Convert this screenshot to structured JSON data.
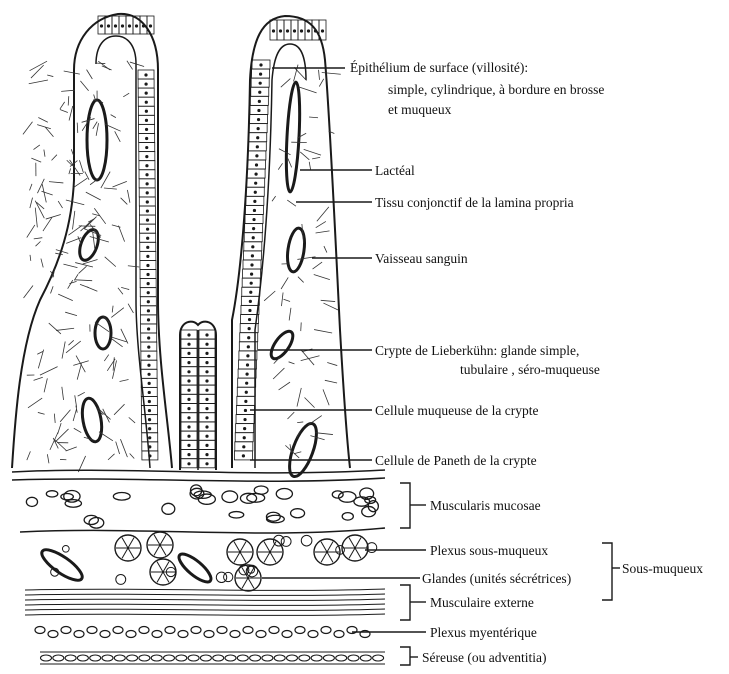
{
  "labels": {
    "epithelium": {
      "line1": "Épithélium de surface (villosité):",
      "line2": "simple, cylindrique, à bordure en brosse",
      "line3": "et muqueux"
    },
    "lacteal": "Lactéal",
    "lamina_propria": "Tissu conjonctif de la lamina propria",
    "blood_vessel": "Vaisseau sanguin",
    "crypt": {
      "line1": "Crypte de Lieberkühn: glande simple,",
      "line2": "tubulaire , séro-muqueuse"
    },
    "crypt_mucous_cell": "Cellule muqueuse de la crypte",
    "paneth_cell": "Cellule de Paneth de la crypte",
    "muscularis_mucosae": "Muscularis mucosae",
    "submucosal_plexus": "Plexus sous-muqueux",
    "glands": "Glandes (unités sécrétrices)",
    "submucosa": "Sous-muqueux",
    "muscularis_externa": "Musculaire externe",
    "myenteric_plexus": "Plexus myentérique",
    "serosa": "Séreuse (ou adventitia)"
  }
}
